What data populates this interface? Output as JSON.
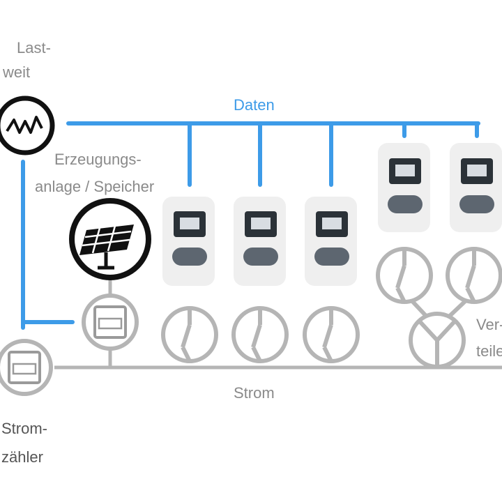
{
  "labels": {
    "grid_line1": "Last-",
    "grid_line2": "weit",
    "data": "Daten",
    "gen_line1": "Erzeugungs-",
    "gen_line2": "anlage / Speicher",
    "power": "Strom",
    "meter_line1": "Strom-",
    "meter_line2": "zähler",
    "dist_line1": "Ver-",
    "dist_line2": "teiler"
  },
  "colors": {
    "data_line": "#3d9be8",
    "power_line": "#b5b5b5",
    "icon_stroke": "#111111",
    "charger_body": "#efefef",
    "charger_screen": "#2b3238",
    "charger_socket": "#5d6670"
  },
  "icons": {
    "grid": "grid-load-wave-icon",
    "generation": "solar-panel-icon",
    "meter": "electricity-meter-icon",
    "charger": "wallbox-charger-icon",
    "plug": "charging-plug-icon",
    "splitter": "power-splitter-icon"
  }
}
